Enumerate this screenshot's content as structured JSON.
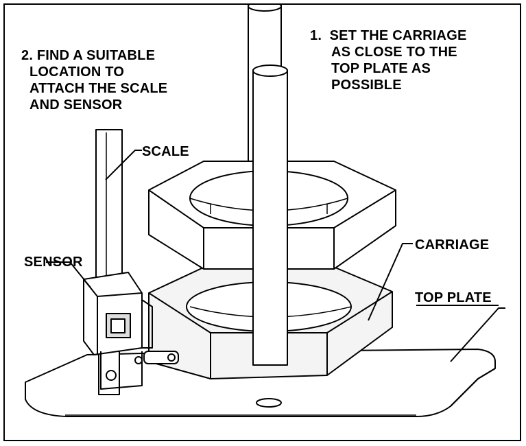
{
  "steps": [
    {
      "number": "1.",
      "lines": [
        "SET THE CARRIAGE",
        "AS CLOSE TO THE",
        "TOP PLATE AS",
        "POSSIBLE"
      ]
    },
    {
      "number": "2.",
      "lines": [
        "FIND A SUITABLE",
        "LOCATION TO",
        "ATTACH THE SCALE",
        "AND SENSOR"
      ]
    }
  ],
  "callouts": {
    "scale": "SCALE",
    "sensor": "SENSOR",
    "carriage": "CARRIAGE",
    "top_plate": "TOP PLATE"
  },
  "colors": {
    "line": "#000000",
    "fill": "#ffffff",
    "shade": "#eeeeee"
  }
}
